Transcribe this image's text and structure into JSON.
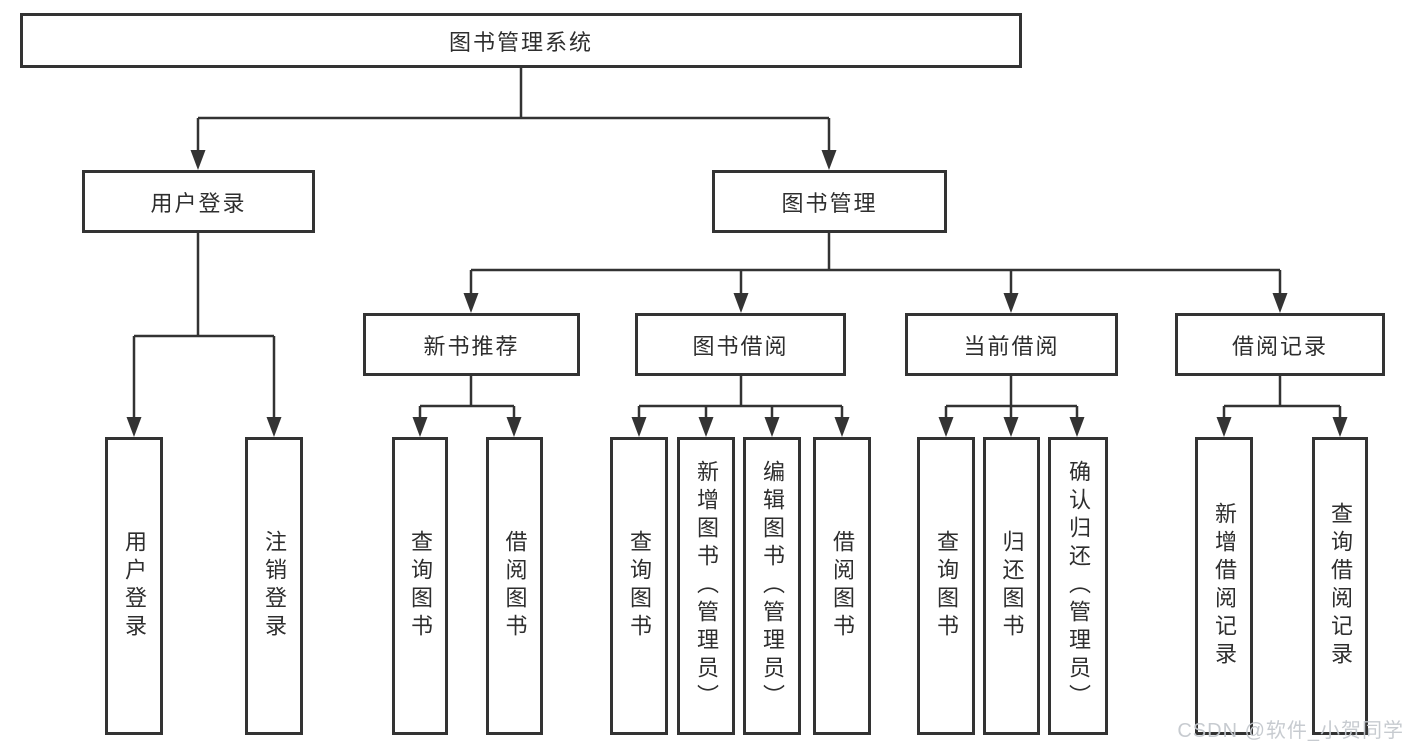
{
  "diagram": {
    "title": "图书管理系统",
    "colors": {
      "line": "#333333",
      "box_border": "#333333",
      "text": "#2e2e2e",
      "background": "#ffffff",
      "watermark": "#c5c9ce"
    },
    "nodes": {
      "root": {
        "label": "图书管理系统"
      },
      "level2": [
        {
          "label": "用户登录"
        },
        {
          "label": "图书管理"
        }
      ],
      "level3": [
        {
          "label": "新书推荐"
        },
        {
          "label": "图书借阅"
        },
        {
          "label": "当前借阅"
        },
        {
          "label": "借阅记录"
        }
      ],
      "leaves": [
        {
          "label": "用户登录"
        },
        {
          "label": "注销登录"
        },
        {
          "label": "查询图书"
        },
        {
          "label": "借阅图书"
        },
        {
          "label": "查询图书"
        },
        {
          "label": "新增图书（管理员）"
        },
        {
          "label": "编辑图书（管理员）"
        },
        {
          "label": "借阅图书"
        },
        {
          "label": "查询图书"
        },
        {
          "label": "归还图书"
        },
        {
          "label": "确认归还（管理员）"
        },
        {
          "label": "新增借阅记录"
        },
        {
          "label": "查询借阅记录"
        }
      ]
    },
    "watermark": "CSDN @软件_小贺同学"
  }
}
